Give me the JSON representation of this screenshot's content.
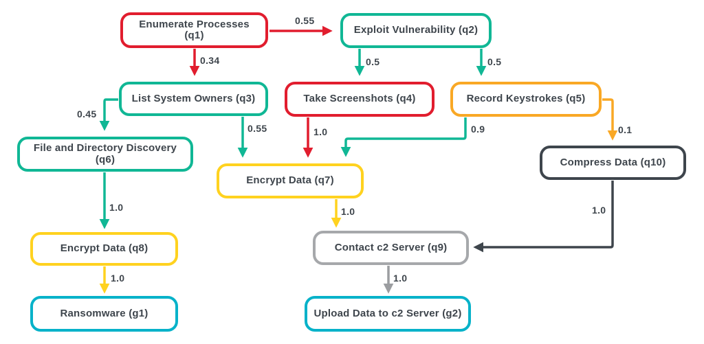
{
  "diagram": {
    "type": "attack-graph-flowchart",
    "background": "#ffffff"
  },
  "colors": {
    "red": "#e11d2e",
    "teal": "#10b795",
    "orange": "#f9a825",
    "yellow": "#ffd21f",
    "dark_gray": "#3e454c",
    "light_gray": "#a6a8ab",
    "cyan": "#06b2c9",
    "text": "#3e454c"
  },
  "nodes": [
    {
      "id": "q1",
      "label": "Enumerate Processes (q1)",
      "border": "red"
    },
    {
      "id": "q2",
      "label": "Exploit Vulnerability (q2)",
      "border": "teal"
    },
    {
      "id": "q3",
      "label": "List System Owners (q3)",
      "border": "teal"
    },
    {
      "id": "q4",
      "label": "Take Screenshots (q4)",
      "border": "red"
    },
    {
      "id": "q5",
      "label": "Record Keystrokes (q5)",
      "border": "orange"
    },
    {
      "id": "q6",
      "label": "File and Directory Discovery (q6)",
      "border": "teal"
    },
    {
      "id": "q7",
      "label": "Encrypt Data (q7)",
      "border": "yellow"
    },
    {
      "id": "q10",
      "label": "Compress Data (q10)",
      "border": "dark_gray"
    },
    {
      "id": "q8",
      "label": "Encrypt Data (q8)",
      "border": "yellow"
    },
    {
      "id": "q9",
      "label": "Contact c2 Server (q9)",
      "border": "light_gray"
    },
    {
      "id": "g1",
      "label": "Ransomware (g1)",
      "border": "cyan"
    },
    {
      "id": "g2",
      "label": "Upload Data to c2 Server (g2)",
      "border": "cyan"
    }
  ],
  "edges": [
    {
      "from": "q1",
      "to": "q2",
      "label": "0.55",
      "color": "red"
    },
    {
      "from": "q1",
      "to": "q3",
      "label": "0.34",
      "color": "red"
    },
    {
      "from": "q2",
      "to": "q4",
      "label": "0.5",
      "color": "teal"
    },
    {
      "from": "q2",
      "to": "q5",
      "label": "0.5",
      "color": "teal"
    },
    {
      "from": "q3",
      "to": "q6",
      "label": "0.45",
      "color": "teal"
    },
    {
      "from": "q3",
      "to": "q7",
      "label": "0.55",
      "color": "teal"
    },
    {
      "from": "q4",
      "to": "q7",
      "label": "1.0",
      "color": "red"
    },
    {
      "from": "q5",
      "to": "q7",
      "label": "0.9",
      "color": "teal"
    },
    {
      "from": "q5",
      "to": "q10",
      "label": "0.1",
      "color": "orange"
    },
    {
      "from": "q6",
      "to": "q8",
      "label": "1.0",
      "color": "teal"
    },
    {
      "from": "q7",
      "to": "q9",
      "label": "1.0",
      "color": "yellow"
    },
    {
      "from": "q10",
      "to": "q9",
      "label": "1.0",
      "color": "dark_gray"
    },
    {
      "from": "q9",
      "to": "g2",
      "label": "1.0",
      "color": "light_gray"
    },
    {
      "from": "q8",
      "to": "g1",
      "label": "1.0",
      "color": "yellow"
    }
  ]
}
